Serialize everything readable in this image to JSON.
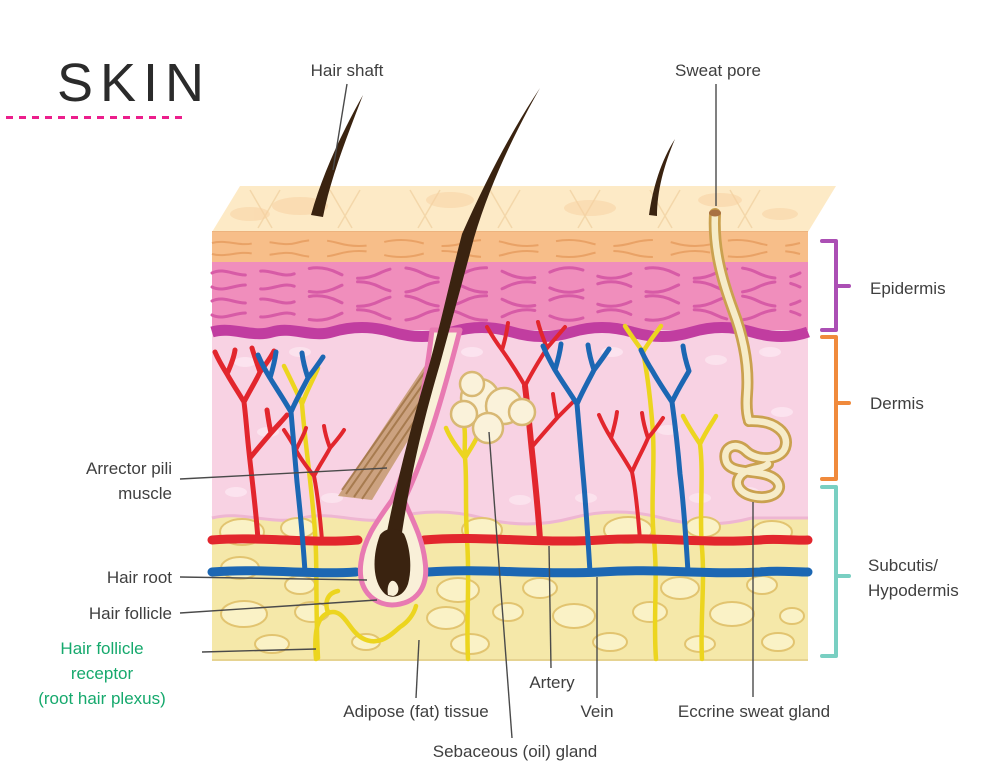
{
  "title": "SKIN",
  "colors": {
    "title_underline": "#ec1e8c",
    "epidermis_bracket": "#ab4fb4",
    "dermis_bracket": "#f08a3c",
    "subcutis_bracket": "#79cfc2",
    "receptor_label_green": "#16a96d",
    "label_text": "#3f3f3f",
    "artery_red": "#e2262d",
    "vein_blue": "#1c67b3",
    "nerve_yellow": "#ecd51f"
  },
  "labels": {
    "hair_shaft": "Hair shaft",
    "sweat_pore": "Sweat pore",
    "epidermis": "Epidermis",
    "dermis": "Dermis",
    "subcutis": "Subcutis/\nHypodermis",
    "arrector_pili": "Arrector pili\nmuscle",
    "hair_root": "Hair root",
    "hair_follicle": "Hair follicle",
    "hair_follicle_receptor": "Hair follicle\nreceptor\n(root hair plexus)",
    "adipose": "Adipose (fat) tissue",
    "artery": "Artery",
    "vein": "Vein",
    "sebaceous": "Sebaceous (oil) gland",
    "eccrine": "Eccrine sweat gland"
  }
}
